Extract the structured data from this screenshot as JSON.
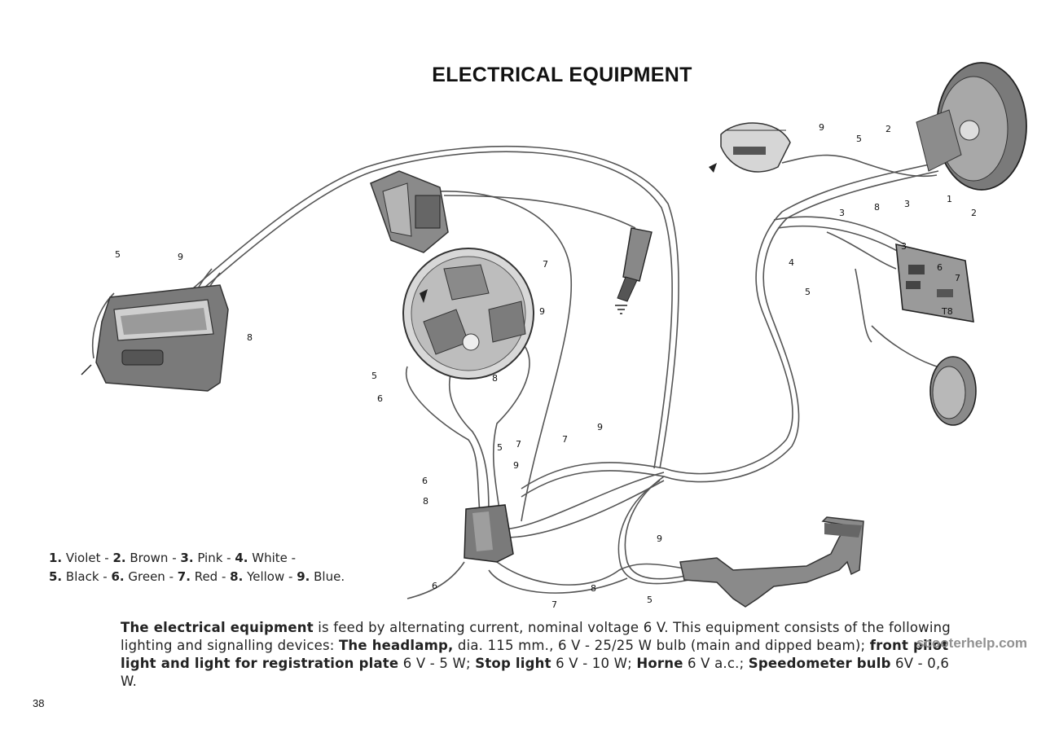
{
  "title": "ELECTRICAL EQUIPMENT",
  "page_number": "38",
  "watermark": "scooterhelp.com",
  "legend": [
    {
      "num": "1.",
      "color": "Violet"
    },
    {
      "num": "2.",
      "color": "Brown"
    },
    {
      "num": "3.",
      "color": "Pink"
    },
    {
      "num": "4.",
      "color": "White"
    },
    {
      "num": "5.",
      "color": "Black"
    },
    {
      "num": "6.",
      "color": "Green"
    },
    {
      "num": "7.",
      "color": "Red"
    },
    {
      "num": "8.",
      "color": "Yellow"
    },
    {
      "num": "9.",
      "color": "Blue."
    }
  ],
  "description": {
    "t1": "The electrical equipment",
    "t2": " is feed by alternating current, nominal voltage 6 V. This equipment consists of the following lighting and signalling devices: ",
    "t3": "The headlamp,",
    "t4": " dia. 115 mm., 6 V - 25/25 W bulb (main and dipped beam); ",
    "t5": "front pilot light and light for registration plate",
    "t6": " 6 V - 5 W; ",
    "t7": "Stop light",
    "t8": " 6 V - 10 W; ",
    "t9": "Horne",
    "t10": " 6 V a.c.; ",
    "t11": "Speedometer bulb",
    "t12": " 6V - 0,6 W."
  },
  "wire_labels": {
    "tail_5": "5",
    "tail_9": "9",
    "tail_8": "8",
    "mag_7": "7",
    "mag_9": "9",
    "mag_5": "5",
    "mag_6": "6",
    "mag_8": "8",
    "sw_5": "5",
    "sw_7": "7",
    "sw_9": "9",
    "sw_6a": "6",
    "sw_8": "8",
    "sw_6b": "6",
    "mid_7a": "7",
    "mid_9": "9",
    "mid_7b": "7",
    "mid_8": "8",
    "lever_9": "9",
    "lever_5": "5",
    "head_9": "9",
    "head_5": "5",
    "head_2a": "2",
    "head_1": "1",
    "head_3a": "3",
    "head_8": "8",
    "head_3b": "3",
    "head_2b": "2",
    "head_4": "4",
    "head_5b": "5",
    "sw_3": "3",
    "sw_6c": "6",
    "sw_7c": "7",
    "sw_t8": "T8"
  }
}
